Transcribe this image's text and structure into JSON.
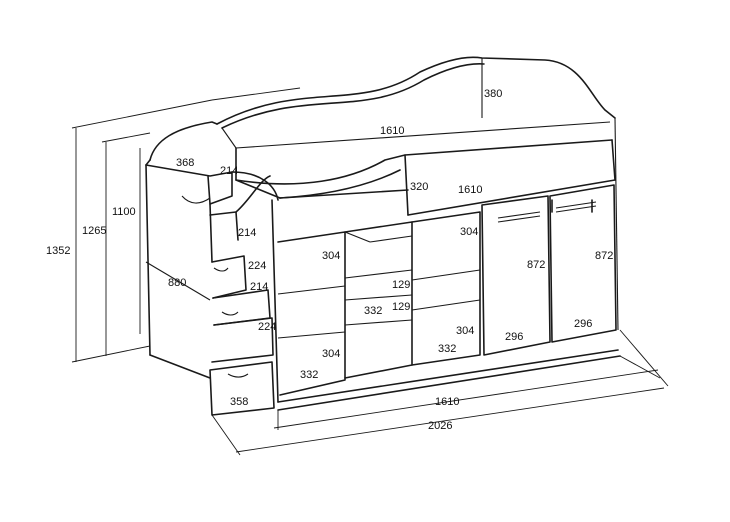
{
  "labels": {
    "top_depth": "380",
    "top_length": "1610",
    "stair_top_depth": "368",
    "stair_top_width": "214",
    "height_1100": "1100",
    "height_1265": "1265",
    "height_1352": "1352",
    "sill_height": "320",
    "cabinet_length": "1610",
    "shelf_width_a": "304",
    "shelf_width_b": "304",
    "shelf_width_c": "304",
    "shelf_width_d": "304",
    "door_height_a": "872",
    "door_height_b": "872",
    "step_width_a": "214",
    "step_width_b": "214",
    "step_height_a": "224",
    "step_height_b": "224",
    "stair_side": "880",
    "drawer_h_a": "129",
    "drawer_h_b": "129",
    "drawer_w": "332",
    "bottom_w_a": "332",
    "bottom_w_b": "332",
    "door_w_a": "296",
    "door_w_b": "296",
    "stair_drawer_w": "358",
    "base_length": "1610",
    "total_length": "2026"
  }
}
